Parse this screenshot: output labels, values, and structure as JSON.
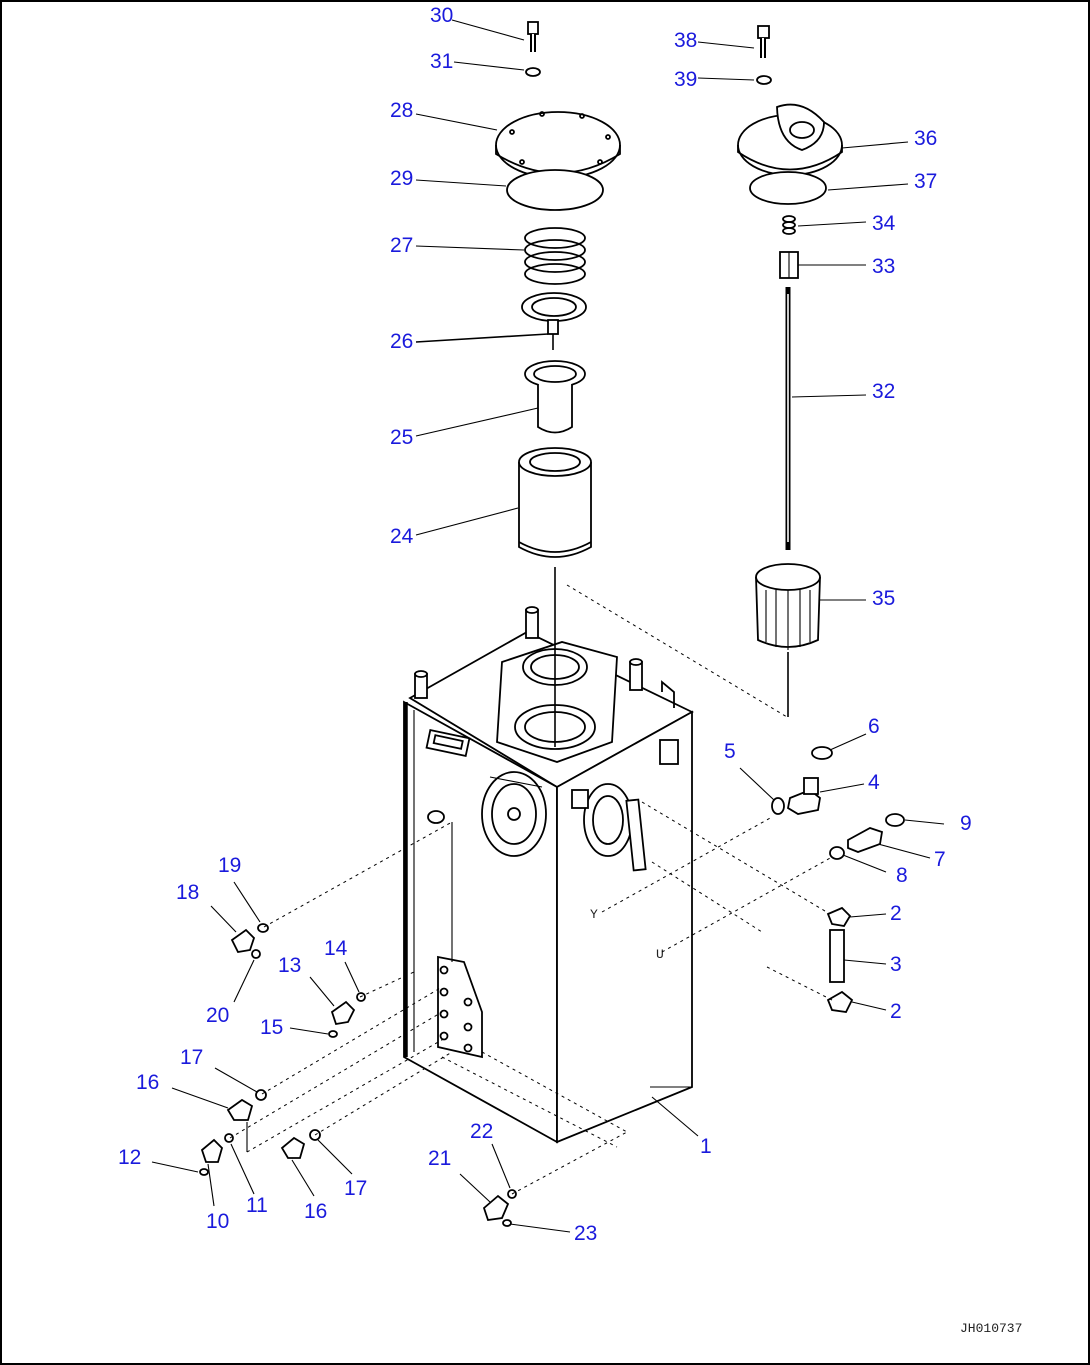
{
  "drawing_code": "JH010737",
  "callouts": [
    {
      "id": "c1",
      "text": "1"
    },
    {
      "id": "c2a",
      "text": "2"
    },
    {
      "id": "c2b",
      "text": "2"
    },
    {
      "id": "c3",
      "text": "3"
    },
    {
      "id": "c4",
      "text": "4"
    },
    {
      "id": "c5",
      "text": "5"
    },
    {
      "id": "c6",
      "text": "6"
    },
    {
      "id": "c7",
      "text": "7"
    },
    {
      "id": "c8",
      "text": "8"
    },
    {
      "id": "c9",
      "text": "9"
    },
    {
      "id": "c10",
      "text": "10"
    },
    {
      "id": "c11",
      "text": "11"
    },
    {
      "id": "c12",
      "text": "12"
    },
    {
      "id": "c13",
      "text": "13"
    },
    {
      "id": "c14",
      "text": "14"
    },
    {
      "id": "c15",
      "text": "15"
    },
    {
      "id": "c16a",
      "text": "16"
    },
    {
      "id": "c16b",
      "text": "16"
    },
    {
      "id": "c17a",
      "text": "17"
    },
    {
      "id": "c17b",
      "text": "17"
    },
    {
      "id": "c18",
      "text": "18"
    },
    {
      "id": "c19",
      "text": "19"
    },
    {
      "id": "c20",
      "text": "20"
    },
    {
      "id": "c21",
      "text": "21"
    },
    {
      "id": "c22",
      "text": "22"
    },
    {
      "id": "c23",
      "text": "23"
    },
    {
      "id": "c24",
      "text": "24"
    },
    {
      "id": "c25",
      "text": "25"
    },
    {
      "id": "c26",
      "text": "26"
    },
    {
      "id": "c27",
      "text": "27"
    },
    {
      "id": "c28",
      "text": "28"
    },
    {
      "id": "c29",
      "text": "29"
    },
    {
      "id": "c30",
      "text": "30"
    },
    {
      "id": "c31",
      "text": "31"
    },
    {
      "id": "c32",
      "text": "32"
    },
    {
      "id": "c33",
      "text": "33"
    },
    {
      "id": "c34",
      "text": "34"
    },
    {
      "id": "c35",
      "text": "35"
    },
    {
      "id": "c36",
      "text": "36"
    },
    {
      "id": "c37",
      "text": "37"
    },
    {
      "id": "c38",
      "text": "38"
    },
    {
      "id": "c39",
      "text": "39"
    }
  ]
}
